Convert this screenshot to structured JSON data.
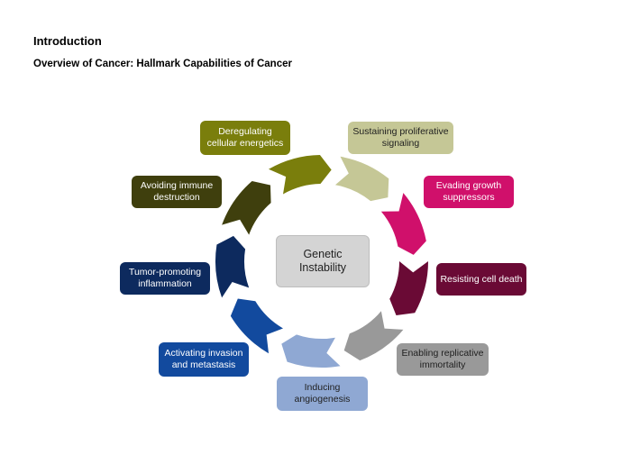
{
  "header": {
    "title": "Introduction",
    "subtitle": "Overview of Cancer: Hallmark Capabilities of Cancer"
  },
  "center": {
    "label": "Genetic\nInstability"
  },
  "hallmarks": [
    {
      "label": "Sustaining proliferative signaling",
      "color": "#c5c796",
      "text_color": "#1f1f1f"
    },
    {
      "label": "Evading growth suppressors",
      "color": "#d0106b",
      "text_color": "#ffffff"
    },
    {
      "label": "Resisting cell death",
      "color": "#6a0a35",
      "text_color": "#ffffff"
    },
    {
      "label": "Enabling replicative immortality",
      "color": "#999999",
      "text_color": "#1f1f1f"
    },
    {
      "label": "Inducing angiogenesis",
      "color": "#8fa8d3",
      "text_color": "#1f1f1f"
    },
    {
      "label": "Activating invasion and metastasis",
      "color": "#124a9e",
      "text_color": "#ffffff"
    },
    {
      "label": "Tumor-promoting inflammation",
      "color": "#0d2a5e",
      "text_color": "#ffffff"
    },
    {
      "label": "Avoiding immune destruction",
      "color": "#3f3f0d",
      "text_color": "#ffffff"
    },
    {
      "label": "Deregulating cellular energetics",
      "color": "#7a7e0c",
      "text_color": "#ffffff"
    }
  ]
}
